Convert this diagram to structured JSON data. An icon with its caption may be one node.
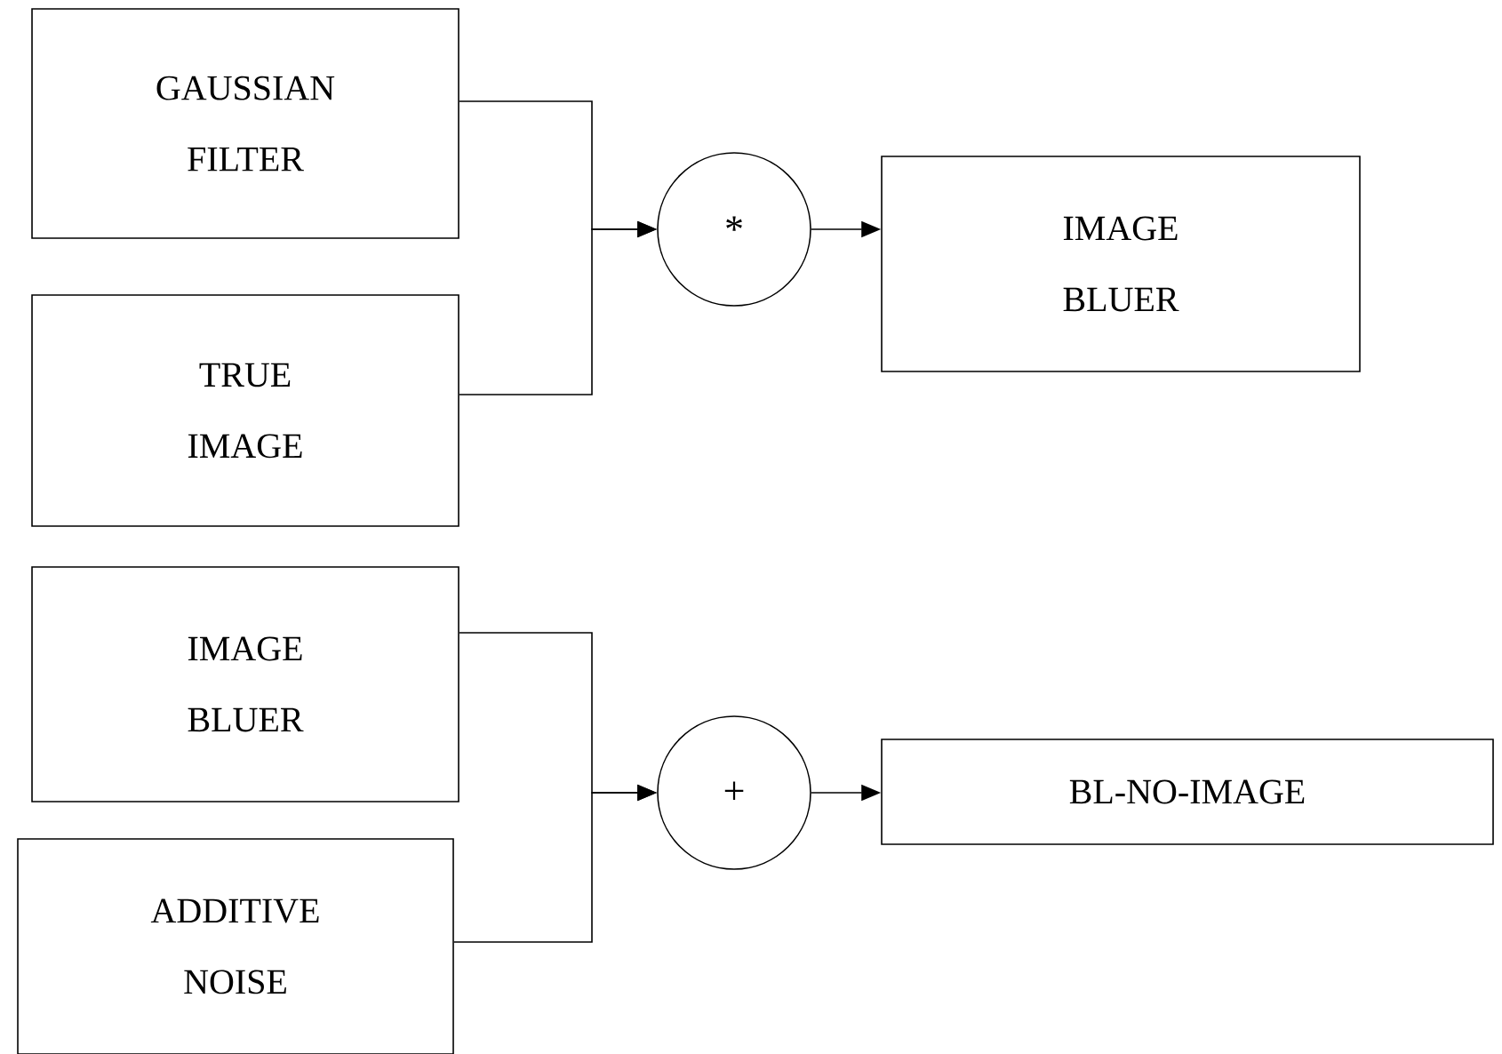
{
  "diagram": {
    "nodes": [
      {
        "text": [
          "GAUSSIAN FILTER"
        ]
      },
      {
        "text": [
          "TRUE IMAGE"
        ]
      },
      {
        "text": [
          "*"
        ]
      },
      {
        "text": [
          "IMAGE BLUER"
        ]
      },
      {
        "text": [
          "IMAGE BLUER"
        ]
      },
      {
        "text": [
          "ADDITIVE NOISE"
        ]
      },
      {
        "text": [
          "+"
        ]
      },
      {
        "text": [
          "BL-NO-IMAGE"
        ]
      }
    ],
    "edges": [
      {
        "from": 0,
        "to": 2,
        "arrow": "to"
      },
      {
        "from": 1,
        "to": 2,
        "arrow": "to"
      },
      {
        "from": 2,
        "to": 3,
        "arrow": "to"
      },
      {
        "from": 4,
        "to": 6,
        "arrow": "to"
      },
      {
        "from": 5,
        "to": 6,
        "arrow": "to"
      },
      {
        "from": 6,
        "to": 7,
        "arrow": "to"
      }
    ]
  }
}
